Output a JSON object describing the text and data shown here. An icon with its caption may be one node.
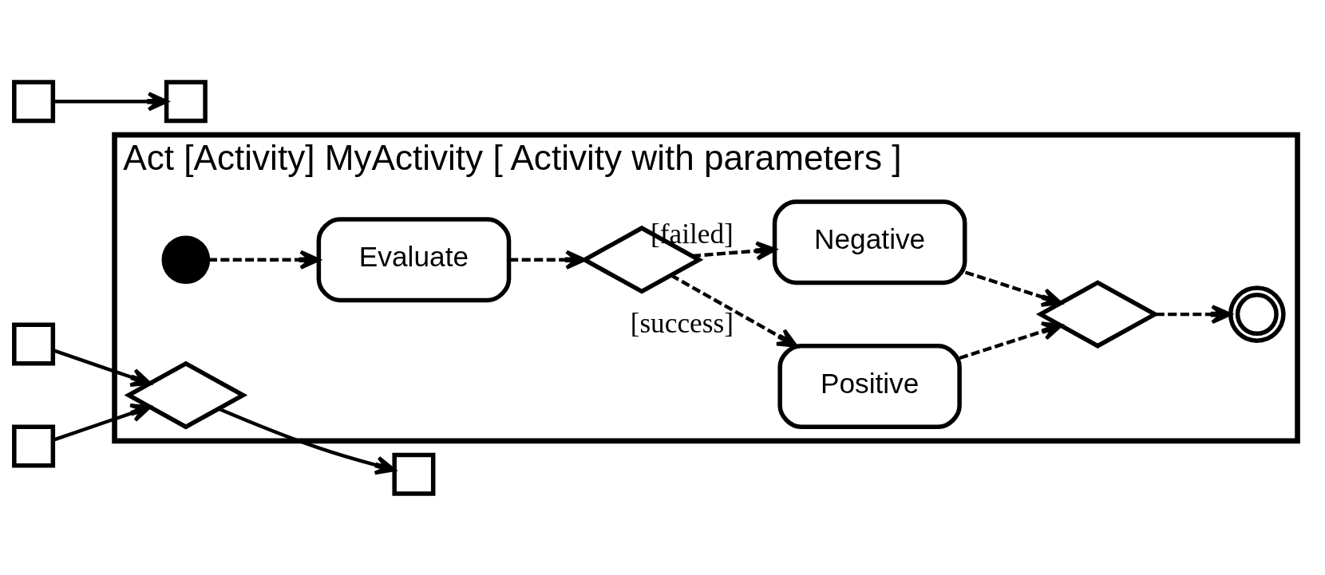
{
  "diagram": {
    "nodes": [
      {
        "text": [
          "Act [Activity] MyActivity [ Activity with parameters ]"
        ]
      },
      {
        "text": [],
        "shape": "box"
      },
      {
        "text": [],
        "shape": "box"
      },
      {
        "text": [],
        "shape": "circle",
        "in": 0
      },
      {
        "text": [
          "Evaluate"
        ],
        "in": 0
      },
      {
        "text": [],
        "shape": "diamond",
        "in": 0
      },
      {
        "text": [],
        "shape": "box"
      },
      {
        "text": [
          "Positive"
        ],
        "in": 0
      },
      {
        "text": [],
        "shape": "diamond",
        "in": 0
      },
      {
        "text": [
          "Negative"
        ],
        "in": 0
      },
      {
        "text": [],
        "shape": "box"
      },
      {
        "text": [],
        "shape": "diamond",
        "in": 0
      },
      {
        "text": [],
        "shape": "circle",
        "in": 0
      },
      {
        "text": [],
        "shape": "box"
      }
    ],
    "edges": [
      {
        "from": 1,
        "to": 2,
        "arrow": "to"
      },
      {
        "from": 3,
        "to": 4,
        "arrow": "to",
        "style": "dashed"
      },
      {
        "from": 4,
        "to": 5,
        "arrow": "to",
        "style": "dashed"
      },
      {
        "from": 5,
        "to": 7,
        "arrow": "to",
        "style": "dashed",
        "label": "[success]"
      },
      {
        "from": 5,
        "to": 9,
        "arrow": "to",
        "style": "dashed",
        "label": "[failed]"
      },
      {
        "from": 6,
        "to": 11,
        "arrow": "to"
      },
      {
        "from": 10,
        "to": 11,
        "arrow": "to"
      },
      {
        "from": 11,
        "to": 13,
        "arrow": "to"
      },
      {
        "from": 7,
        "to": 8,
        "arrow": "to",
        "style": "dashed"
      },
      {
        "from": 9,
        "to": 8,
        "arrow": "to",
        "style": "dashed"
      },
      {
        "from": 8,
        "to": 12,
        "arrow": "to",
        "style": "dashed"
      }
    ]
  }
}
